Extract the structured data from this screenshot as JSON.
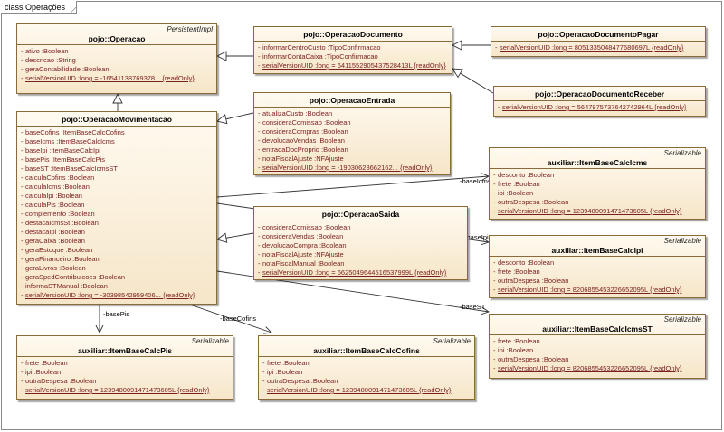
{
  "frame": {
    "title": "class Operações"
  },
  "classes": {
    "operacao": {
      "stereotype": "PersistentImpl",
      "title": "pojo::Operacao",
      "attrs": [
        "ativo  :Boolean",
        "descricao  :String",
        "geraContabilidade  :Boolean",
        "serialVersionUID  :long = -16541138769378... {readOnly}"
      ]
    },
    "operacaoDocumento": {
      "stereotype": "",
      "title": "pojo::OperacaoDocumento",
      "attrs": [
        "informarCentroCusto  :TipoConfirmacao",
        "informarContaCaixa  :TipoConfirmacao",
        "serialVersionUID  :long = 6411552905437528413L {readOnly}"
      ]
    },
    "operacaoDocumentoPagar": {
      "stereotype": "",
      "title": "pojo::OperacaoDocumentoPagar",
      "attrs": [
        "serialVersionUID  :long = 8051335048477680697L {readOnly}"
      ]
    },
    "operacaoDocumentoReceber": {
      "stereotype": "",
      "title": "pojo::OperacaoDocumentoReceber",
      "attrs": [
        "serialVersionUID  :long = 5647975737642742964L {readOnly}"
      ]
    },
    "operacaoEntrada": {
      "stereotype": "",
      "title": "pojo::OperacaoEntrada",
      "attrs": [
        "atualizaCusto  :Boolean",
        "consideraComissao  :Boolean",
        "consideraCompras  :Boolean",
        "devolucaoVendas  :Boolean",
        "entradaDocProprio  :Boolean",
        "notaFiscalAjuste  :NFAjuste",
        "serialVersionUID  :long = -19030628662162... {readOnly}"
      ]
    },
    "operacaoMovimentacao": {
      "stereotype": "",
      "title": "pojo::OperacaoMovimentacao",
      "attrs": [
        "baseCofins  :ItemBaseCalcCofins",
        "baseIcms  :ItemBaseCalcIcms",
        "baseIpi  :ItemBaseCalcIpi",
        "basePis  :ItemBaseCalcPis",
        "baseST  :ItemBaseCalcIcmsST",
        "calculaCofins  :Boolean",
        "calculaIcms  :Boolean",
        "calculaIpi  :Boolean",
        "calculaPis  :Boolean",
        "complemento  :Boolean",
        "destacaIcmsSt  :Boolean",
        "destacaIpi  :Boolean",
        "geraCaixa  :Boolean",
        "geraEstoque  :Boolean",
        "geraFinanceiro  :Boolean",
        "geraLivros  :Boolean",
        "geraSpedContribuicoes  :Boolean",
        "informaSTManual  :Boolean",
        "serialVersionUID  :long = -30398542959406... {readOnly}"
      ]
    },
    "operacaoSaida": {
      "stereotype": "",
      "title": "pojo::OperacaoSaida",
      "attrs": [
        "consideraComissao  :Boolean",
        "consideraVendas  :Boolean",
        "devolucaoCompra  :Boolean",
        "notaFiscalAjuste  :NFAjuste",
        "notaFiscalManual  :Boolean",
        "serialVersionUID  :long = 6625049644516537999L {readOnly}"
      ]
    },
    "itemBaseCalcIcms": {
      "stereotype": "Serializable",
      "title": "auxiliar::ItemBaseCalcIcms",
      "attrs": [
        "desconto  :Boolean",
        "frete  :Boolean",
        "ipi  :Boolean",
        "outraDespesa  :Boolean",
        "serialVersionUID  :long = 1239480091471473605L {readOnly}"
      ]
    },
    "itemBaseCalcIpi": {
      "stereotype": "Serializable",
      "title": "auxiliar::ItemBaseCalcIpi",
      "attrs": [
        "desconto  :Boolean",
        "frete  :Boolean",
        "outraDespesa  :Boolean",
        "serialVersionUID  :long = 8206855453226652095L {readOnly}"
      ]
    },
    "itemBaseCalcIcmsST": {
      "stereotype": "Serializable",
      "title": "auxiliar::ItemBaseCalcIcmsST",
      "attrs": [
        "frete  :Boolean",
        "ipi  :Boolean",
        "outraDespesa  :Boolean",
        "serialVersionUID  :long = 8206855453226652095L {readOnly}"
      ]
    },
    "itemBaseCalcPis": {
      "stereotype": "Serializable",
      "title": "auxiliar::ItemBaseCalcPis",
      "attrs": [
        "frete  :Boolean",
        "ipi  :Boolean",
        "outraDespesa  :Boolean",
        "serialVersionUID  :long = 1239480091471473605L {readOnly}"
      ]
    },
    "itemBaseCalcCofins": {
      "stereotype": "Serializable",
      "title": "auxiliar::ItemBaseCalcCofins",
      "attrs": [
        "frete  :Boolean",
        "ipi  :Boolean",
        "outraDespesa  :Boolean",
        "serialVersionUID  :long = 1239480091471473605L {readOnly}"
      ]
    }
  },
  "associations": {
    "baseIcms": "-baseIcms",
    "baseIpi": "-baseIpi",
    "baseST": "-baseST",
    "basePis": "-basePis",
    "baseCofins": "-baseCofins"
  }
}
